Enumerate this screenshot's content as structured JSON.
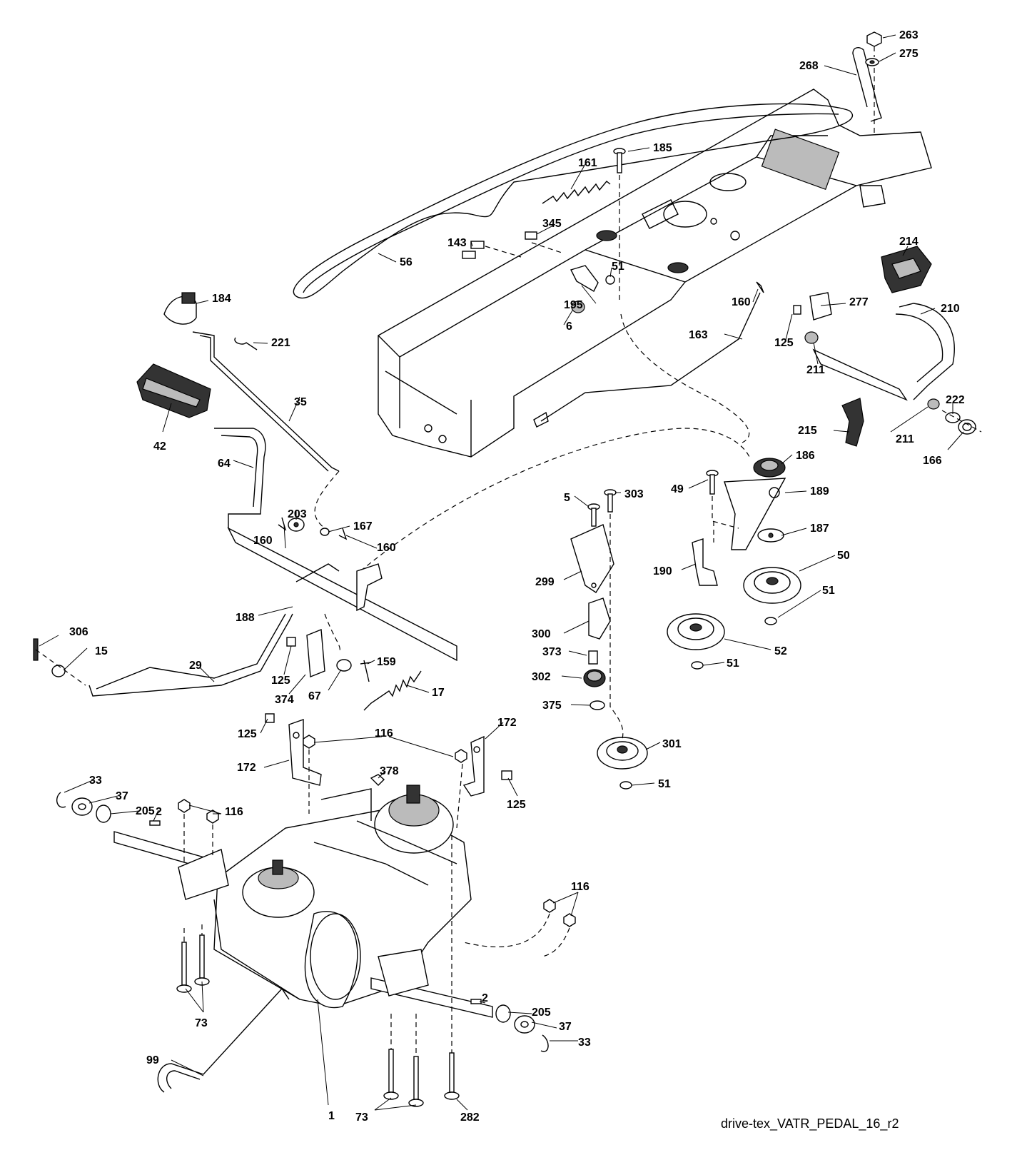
{
  "caption": "drive-tex_VATR_PEDAL_16_r2",
  "labels": [
    "263",
    "275",
    "268",
    "185",
    "161",
    "345",
    "143",
    "56",
    "51",
    "195",
    "6",
    "160",
    "277",
    "125",
    "211",
    "214",
    "210",
    "184",
    "221",
    "163",
    "42",
    "35",
    "64",
    "203",
    "167",
    "160",
    "160",
    "188",
    "306",
    "15",
    "29",
    "125",
    "374",
    "67",
    "159",
    "17",
    "186",
    "49",
    "189",
    "5",
    "303",
    "187",
    "50",
    "299",
    "190",
    "51",
    "52",
    "51",
    "300",
    "373",
    "302",
    "375",
    "301",
    "51",
    "125",
    "172",
    "116",
    "172",
    "378",
    "125",
    "33",
    "37",
    "205",
    "2",
    "116",
    "116",
    "2",
    "205",
    "37",
    "33",
    "73",
    "99",
    "1",
    "73",
    "282",
    "215",
    "211",
    "222",
    "166"
  ]
}
